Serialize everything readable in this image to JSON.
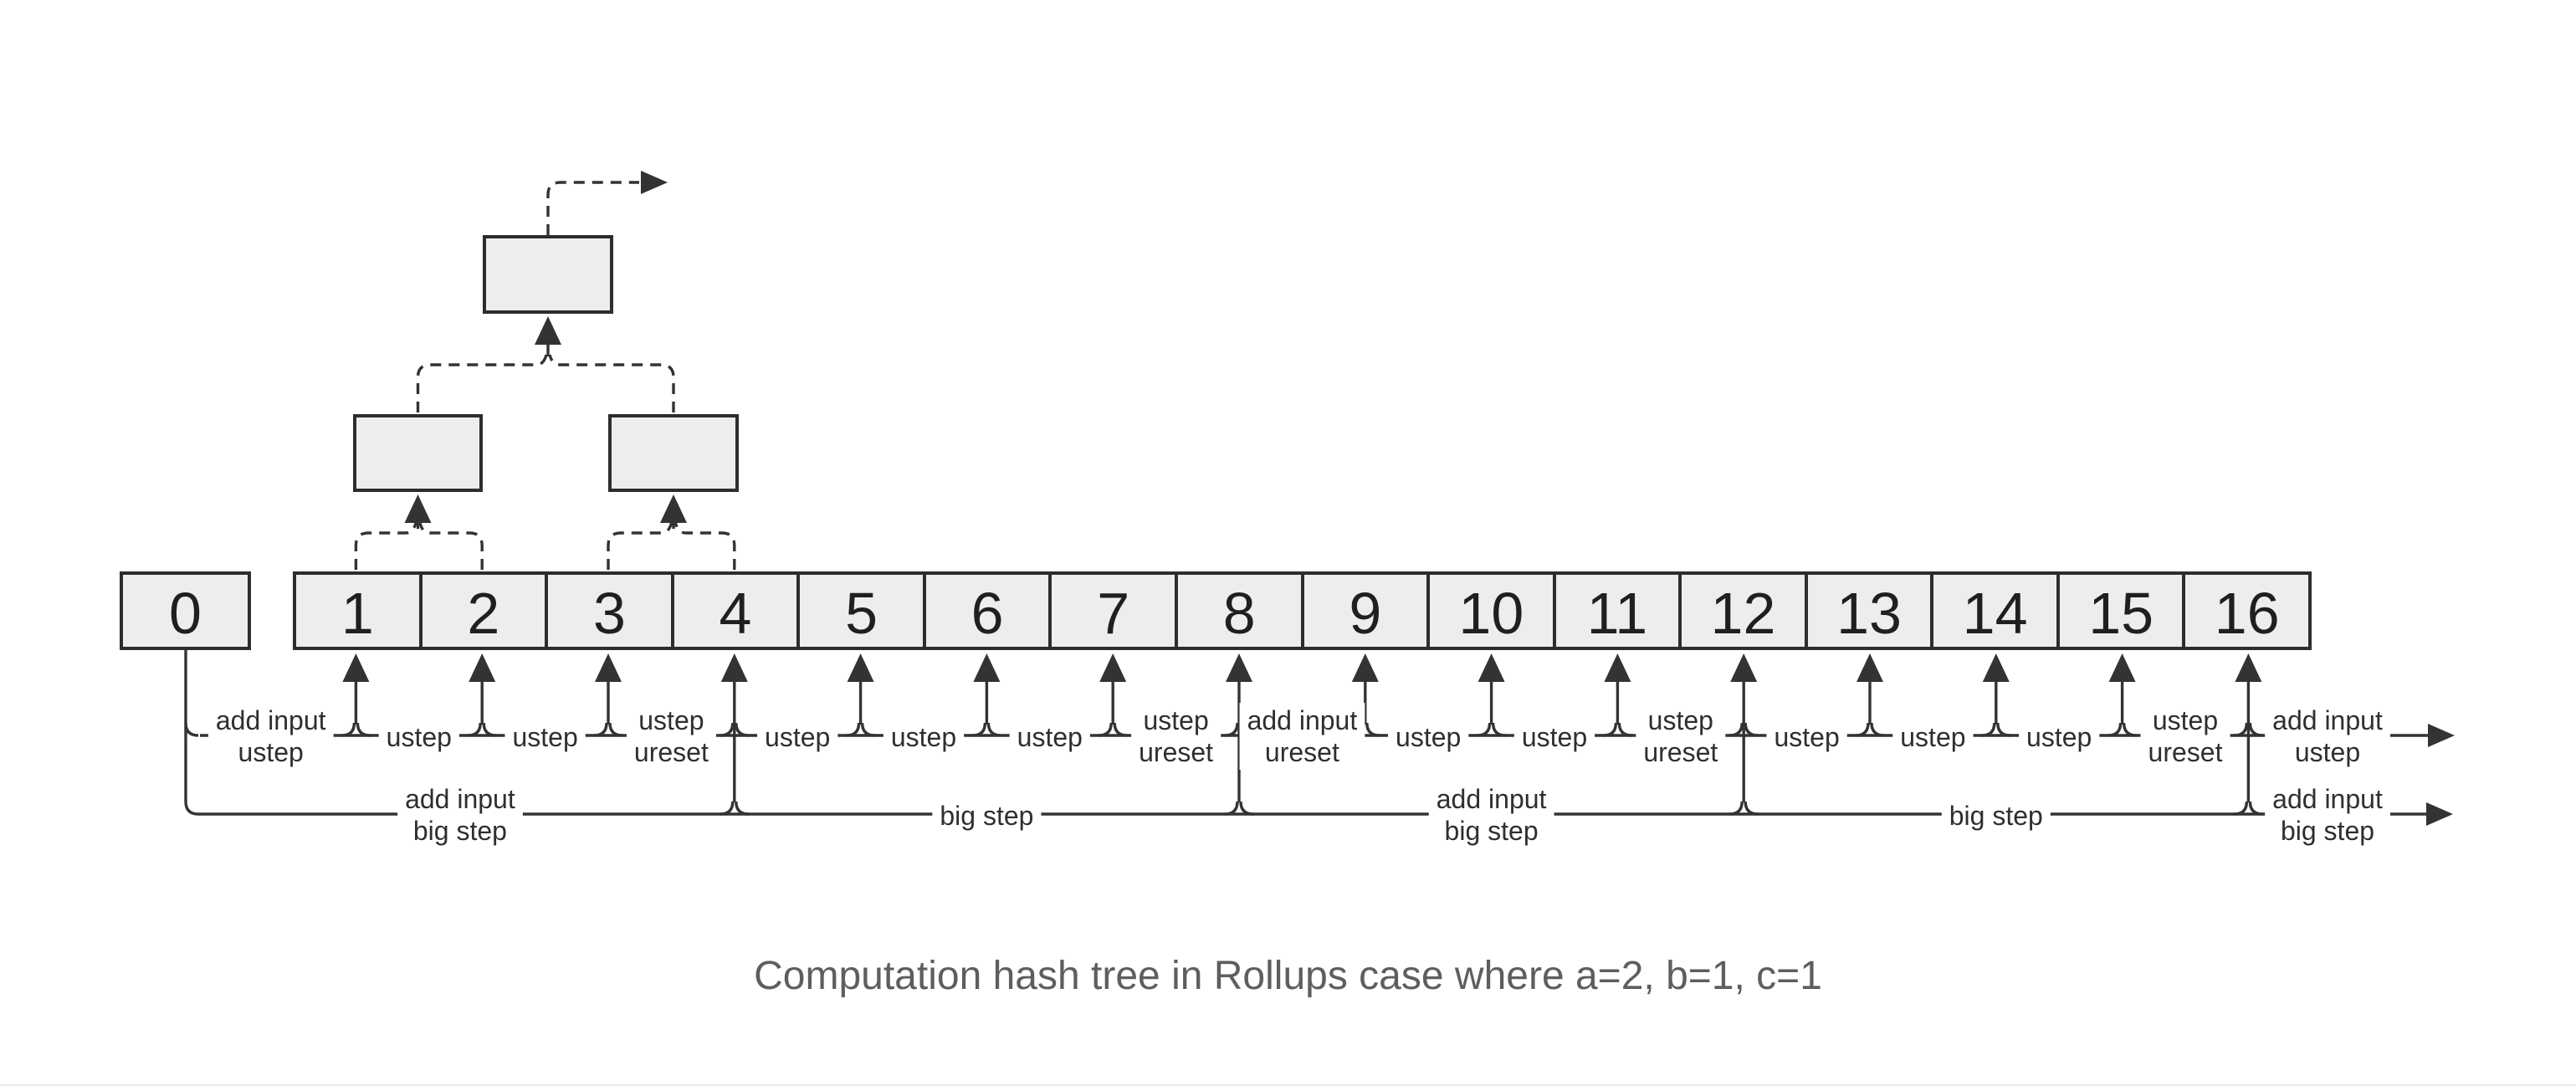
{
  "caption": "Computation hash tree in Rollups case where a=2, b=1, c=1",
  "cells": [
    "0",
    "1",
    "2",
    "3",
    "4",
    "5",
    "6",
    "7",
    "8",
    "9",
    "10",
    "11",
    "12",
    "13",
    "14",
    "15",
    "16"
  ],
  "tree_nodes": [
    {
      "id": "root-hash-node"
    },
    {
      "id": "left-hash-node"
    },
    {
      "id": "right-hash-node"
    }
  ],
  "row1_segments": [
    {
      "from": 0,
      "to": 1,
      "lines": [
        "add input",
        "ustep"
      ]
    },
    {
      "from": 1,
      "to": 2,
      "lines": [
        "ustep"
      ]
    },
    {
      "from": 2,
      "to": 3,
      "lines": [
        "ustep"
      ]
    },
    {
      "from": 3,
      "to": 4,
      "lines": [
        "ustep",
        "ureset"
      ]
    },
    {
      "from": 4,
      "to": 5,
      "lines": [
        "ustep"
      ]
    },
    {
      "from": 5,
      "to": 6,
      "lines": [
        "ustep"
      ]
    },
    {
      "from": 6,
      "to": 7,
      "lines": [
        "ustep"
      ]
    },
    {
      "from": 7,
      "to": 8,
      "lines": [
        "ustep",
        "ureset"
      ]
    },
    {
      "from": 8,
      "to": 9,
      "lines": [
        "add input",
        "ureset"
      ]
    },
    {
      "from": 9,
      "to": 10,
      "lines": [
        "ustep"
      ]
    },
    {
      "from": 10,
      "to": 11,
      "lines": [
        "ustep"
      ]
    },
    {
      "from": 11,
      "to": 12,
      "lines": [
        "ustep",
        "ureset"
      ]
    },
    {
      "from": 12,
      "to": 13,
      "lines": [
        "ustep"
      ]
    },
    {
      "from": 13,
      "to": 14,
      "lines": [
        "ustep"
      ]
    },
    {
      "from": 14,
      "to": 15,
      "lines": [
        "ustep"
      ]
    },
    {
      "from": 15,
      "to": 16,
      "lines": [
        "ustep",
        "ureset"
      ]
    },
    {
      "from": 16,
      "to": "out",
      "lines": [
        "add input",
        "ustep"
      ]
    }
  ],
  "row2_segments": [
    {
      "from": 0,
      "to": 4,
      "lines": [
        "add input",
        "big step"
      ]
    },
    {
      "from": 4,
      "to": 8,
      "lines": [
        "big step"
      ]
    },
    {
      "from": 8,
      "to": 12,
      "lines": [
        "add input",
        "big step"
      ]
    },
    {
      "from": 12,
      "to": 16,
      "lines": [
        "big step"
      ]
    },
    {
      "from": 16,
      "to": "out",
      "lines": [
        "add input",
        "big step"
      ]
    }
  ],
  "icons": {
    "arrow_right": "right-arrowhead",
    "arrow_up": "up-arrowhead"
  },
  "colors": {
    "line": "#333333",
    "box_fill": "#ededed",
    "box_border": "#2d2d2d",
    "caption_text": "#5e5e5e",
    "label_text": "#2f2f2f"
  }
}
